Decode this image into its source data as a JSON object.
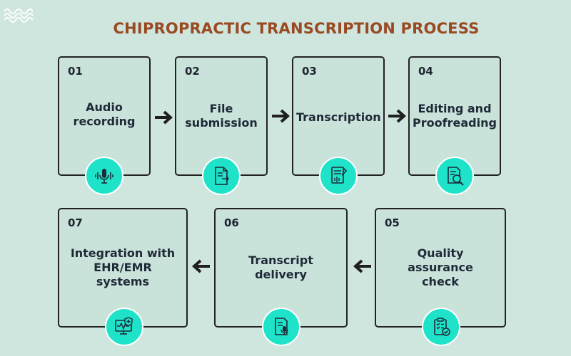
{
  "title": "CHIPROPRACTIC TRANSCRIPTION PROCESS",
  "steps": [
    {
      "number": "01",
      "label": "Audio\nrecording",
      "icon": "voice-wave-icon"
    },
    {
      "number": "02",
      "label": "File\nsubmission",
      "icon": "document-arrow-icon"
    },
    {
      "number": "03",
      "label": "Transcription",
      "icon": "transcript-document-icon"
    },
    {
      "number": "04",
      "label": "Editing and\nProofreading",
      "icon": "document-search-icon"
    },
    {
      "number": "05",
      "label": "Quality\nassurance\ncheck",
      "icon": "clipboard-check-icon"
    },
    {
      "number": "06",
      "label": "Transcript\ndelivery",
      "icon": "microphone-document-icon"
    },
    {
      "number": "07",
      "label": "Integration with\nEHR/EMR\nsystems",
      "icon": "monitor-medical-icon"
    }
  ],
  "colors": {
    "background": "#cfe6df",
    "title": "#9a4a22",
    "icon_circle": "#1ee3c9",
    "border": "#222222"
  }
}
